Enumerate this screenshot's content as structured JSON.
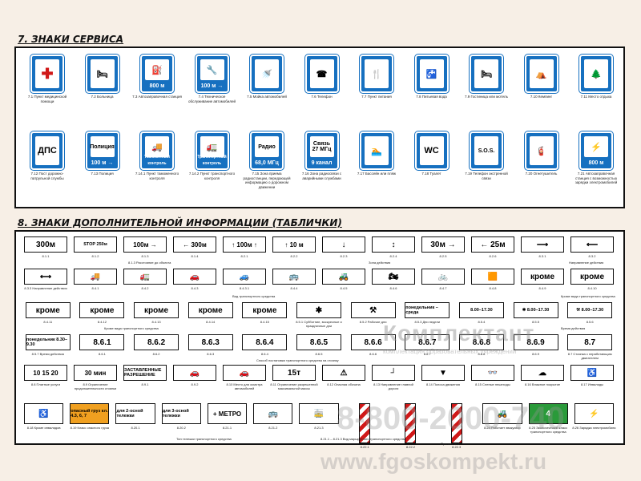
{
  "section7": {
    "title": "7. ЗНАКИ СЕРВИСА",
    "row1": [
      {
        "symbol": "✚",
        "caption": "7.1 Пункт медицинской помощи"
      },
      {
        "symbol": "🛏",
        "caption": "7.2 Больница"
      },
      {
        "symbol": "⛽",
        "sub": "800 м",
        "caption": "7.3 Автозаправочная станция"
      },
      {
        "symbol": "🔧",
        "sub": "100 м →",
        "caption": "7.4 Техническое обслуживание автомобилей"
      },
      {
        "symbol": "🚿",
        "caption": "7.5 Мойка автомобилей"
      },
      {
        "symbol": "☎",
        "caption": "7.6 Телефон"
      },
      {
        "symbol": "🍴",
        "caption": "7.7 Пункт питания"
      },
      {
        "symbol": "🚰",
        "caption": "7.8 Питьевая вода"
      },
      {
        "symbol": "🛏",
        "caption": "7.9 Гостиница или мотель"
      },
      {
        "symbol": "⛺",
        "caption": "7.10 Кемпинг"
      },
      {
        "symbol": "🌲",
        "caption": "7.11 Место отдыха"
      }
    ],
    "row2": [
      {
        "symbol": "ДПС",
        "caption": "7.12 Пост дорожно-патрульной службы"
      },
      {
        "symbol": "Полиция",
        "sub": "100 м →",
        "caption": "7.13 Полиция"
      },
      {
        "symbol": "🚚",
        "sub": "Таможенный контроль",
        "caption": "7.14.1 Пункт таможенного контроля"
      },
      {
        "symbol": "🚛",
        "sub": "Транспортный контроль",
        "caption": "7.14.2 Пункт транспортного контроля"
      },
      {
        "symbol": "Радио",
        "sub": "68,0 МГц",
        "caption": "7.15 Зона приема радиостанции, передающей информацию о дорожном движении"
      },
      {
        "symbol": "Связь 27 МГц",
        "sub": "9 канал",
        "caption": "7.16 Зона радиосвязи с аварийными службами"
      },
      {
        "symbol": "🏊",
        "caption": "7.17 Бассейн или пляж"
      },
      {
        "symbol": "WC",
        "caption": "7.18 Туалет"
      },
      {
        "symbol": "S.O.S.",
        "caption": "7.19 Телефон экстренной связи"
      },
      {
        "symbol": "🧯",
        "caption": "7.20 Огнетушитель"
      },
      {
        "symbol": "⚡",
        "sub": "800 м",
        "caption": "7.21 Автозаправочная станция с возможностью зарядки электромобилей"
      }
    ]
  },
  "section8": {
    "title": "8. ЗНАКИ ДОПОЛНИТЕЛЬНОЙ ИНФОРМАЦИИ (ТАБЛИЧКИ)",
    "row1": [
      {
        "text": "300м",
        "caption": "8.1.1"
      },
      {
        "text": "STOP 250м",
        "caption": "8.1.2"
      },
      {
        "text": "100м →",
        "caption": "8.1.3"
      },
      {
        "text": "← 300м",
        "caption": "8.1.4"
      },
      {
        "text": "↑ 100м ↑",
        "caption": "8.2.1"
      },
      {
        "text": "↑ 10 м",
        "caption": "8.2.2"
      },
      {
        "text": "↓",
        "caption": "8.2.3"
      },
      {
        "text": "↕",
        "caption": "8.2.4"
      },
      {
        "text": "30м →",
        "caption": "8.2.5"
      },
      {
        "text": "← 25м",
        "caption": "8.2.6"
      },
      {
        "text": "⟶",
        "caption": "8.3.1"
      },
      {
        "text": "⟵",
        "caption": "8.3.2"
      }
    ],
    "row1_labels": {
      "distance": "8.1.3  Расстояние до объекта",
      "zone": "Зона действия",
      "direction": "Направление действия"
    },
    "row2": [
      {
        "text": "⟷",
        "caption": "8.3.3 Направление действия"
      },
      {
        "text": "🚚",
        "caption": "8.4.1"
      },
      {
        "text": "🚛",
        "caption": "8.4.2"
      },
      {
        "text": "🚗",
        "caption": "8.4.3"
      },
      {
        "text": "🚙",
        "caption": "8.4.3.1"
      },
      {
        "text": "🚌",
        "caption": "8.4.4"
      },
      {
        "text": "🚜",
        "caption": "8.4.5"
      },
      {
        "text": "🏍",
        "caption": "8.4.6"
      },
      {
        "text": "🚲",
        "caption": "8.4.7"
      },
      {
        "text": "🟧",
        "caption": "8.4.8"
      },
      {
        "text": "кроме",
        "caption": "8.4.9"
      },
      {
        "text": "кроме",
        "caption": "8.4.10"
      }
    ],
    "row2_label": "Вид транспортного средства",
    "row2_label_right": "Кроме вида транспортного средства",
    "row3": [
      {
        "text": "кроме",
        "caption": "8.4.11"
      },
      {
        "text": "кроме",
        "caption": "8.4.12"
      },
      {
        "text": "кроме",
        "caption": "8.4.13"
      },
      {
        "text": "кроме",
        "caption": "8.4.14"
      },
      {
        "text": "кроме",
        "caption": "8.4.15"
      },
      {
        "text": "✱",
        "caption": "8.5.1 Субботние, воскресные и праздничные дни"
      },
      {
        "text": "⚒",
        "caption": "8.5.2 Рабочие дни"
      },
      {
        "text": "понедельник – среда",
        "caption": "8.5.3 Дни недели"
      },
      {
        "text": "8.00–17.30",
        "caption": "8.5.4"
      },
      {
        "text": "✱ 8.00–17.30",
        "caption": "8.5.5"
      },
      {
        "text": "⚒ 8.00–17.30",
        "caption": "8.5.6"
      }
    ],
    "row3_label_left": "Кроме вида транспортного средства",
    "row3_label_right": "Время действия",
    "row4": [
      {
        "text": "понедельник 8.30–9.30",
        "caption": "8.5.7 Время действия"
      },
      {
        "text": "8.6.1",
        "caption": "8.6.1"
      },
      {
        "text": "8.6.2",
        "caption": "8.6.2"
      },
      {
        "text": "8.6.3",
        "caption": "8.6.3"
      },
      {
        "text": "8.6.4",
        "caption": "8.6.4"
      },
      {
        "text": "8.6.5",
        "caption": "8.6.5"
      },
      {
        "text": "8.6.6",
        "caption": "8.6.6"
      },
      {
        "text": "8.6.7",
        "caption": "8.6.7"
      },
      {
        "text": "8.6.8",
        "caption": "8.6.8"
      },
      {
        "text": "8.6.9",
        "caption": "8.6.9"
      },
      {
        "text": "8.7",
        "caption": "8.7 Стоянка с неработающим двигателем"
      }
    ],
    "row4_label": "Способ постановки транспортного средства на стоянку",
    "row5": [
      {
        "text": "10 15 20",
        "caption": "8.8 Платные услуги"
      },
      {
        "text": "30 мин",
        "caption": "8.9 Ограничение продолжительности стоянки"
      },
      {
        "text": "ЗАСТАВЛЕННЫЕ РАЗРЕШЕНИЕ",
        "caption": "8.9.1"
      },
      {
        "text": "🚗",
        "caption": "8.9.2"
      },
      {
        "text": "🚗",
        "caption": "8.10 Место для осмотра автомобилей"
      },
      {
        "text": "15т",
        "caption": "8.11 Ограничение разрешенной максимальной массы"
      },
      {
        "text": "⚠",
        "caption": "8.12 Опасная обочина"
      },
      {
        "text": "┘",
        "caption": "8.13 Направление главной дороги"
      },
      {
        "text": "▼",
        "caption": "8.14 Полоса движения"
      },
      {
        "text": "👓",
        "caption": "8.15 Слепые пешеходы"
      },
      {
        "text": "☁",
        "caption": "8.16 Влажное покрытие"
      },
      {
        "text": "♿",
        "caption": "8.17 Инвалиды"
      }
    ],
    "row6": [
      {
        "text": "♿",
        "caption": "8.18 Кроме инвалидов"
      },
      {
        "text": "опасный груз кл. 4.3, 6, 7",
        "caption": "8.19 Класс опасного груза"
      },
      {
        "text": "для 2-осной тележки",
        "caption": "8.20.1"
      },
      {
        "text": "для 3-осной тележки",
        "caption": "8.20.2"
      },
      {
        "text": "+ МЕТРО",
        "caption": "8.21.1"
      },
      {
        "text": "🚌",
        "caption": "8.21.2"
      },
      {
        "text": "🚋",
        "caption": "8.21.3"
      },
      {
        "text": "",
        "caption": "8.22.1"
      },
      {
        "text": "",
        "caption": "8.22.2"
      },
      {
        "text": "",
        "caption": "8.22.3"
      },
      {
        "text": "🚜",
        "caption": "8.24 Работает эвакуатор"
      },
      {
        "text": "4",
        "caption": "8.25 Экологический класс транспортного средства"
      },
      {
        "text": "⚡",
        "caption": "8.26 Зарядка электромобиля"
      }
    ],
    "row6_label_axle": "Тип тележки транспортного средства",
    "row6_label_route": "8.21.1 – 8.21.3 Вид маршрутного транспортного средства",
    "row6_label_obstacle": "Препятствие"
  },
  "watermark": {
    "brand": "Комплектант",
    "tagline": "комплектация образовательных учреждений",
    "phone": "8-800-2000-740",
    "site": "www.fgoskompekt.ru"
  }
}
